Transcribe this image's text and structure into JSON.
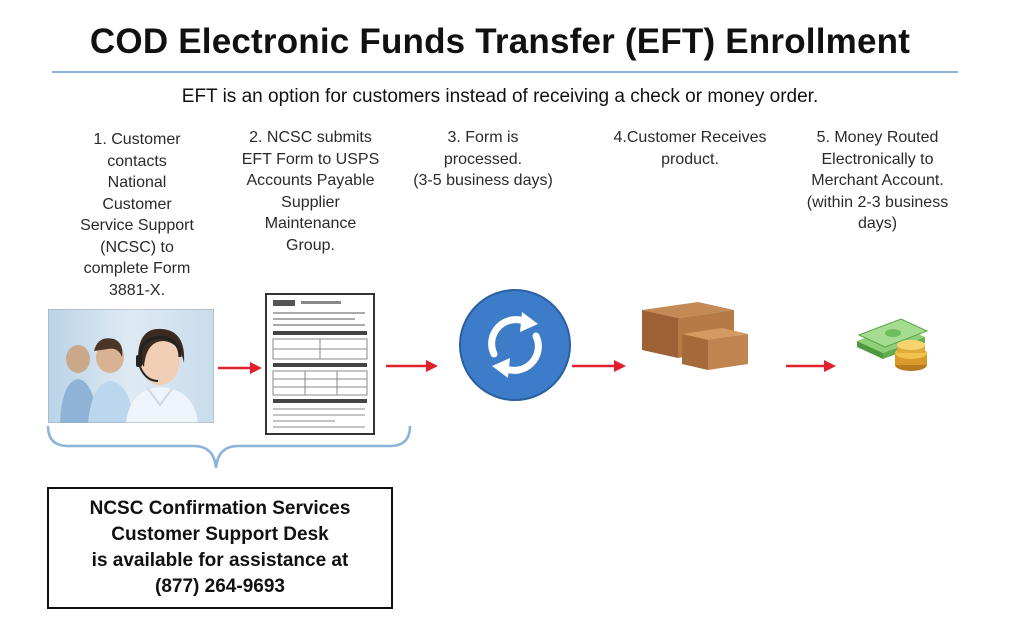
{
  "title": "COD Electronic Funds Transfer (EFT) Enrollment",
  "subtitle": "EFT is an option for customers instead of receiving a check or money order.",
  "steps": [
    {
      "text": "1.  Customer\ncontacts\nNational\nCustomer\nService Support\n(NCSC) to\ncomplete Form\n3881-X.",
      "icon": "call-center-agents-photo"
    },
    {
      "text": "2. NCSC  submits\nEFT Form to USPS\nAccounts Payable\nSupplier\nMaintenance\nGroup.",
      "icon": "form-document-icon"
    },
    {
      "text": "3. Form is\nprocessed.\n(3-5 business days)",
      "icon": "process-cycle-icon"
    },
    {
      "text": "4.Customer Receives\nproduct.",
      "icon": "boxes-icon"
    },
    {
      "text": "5. Money Routed\nElectronically to\nMerchant Account.\n(within 2-3 business\ndays)",
      "icon": "money-icon"
    }
  ],
  "support_box": {
    "line1": "NCSC Confirmation Services",
    "line2": "Customer Support Desk",
    "line3": "is available for assistance at",
    "phone": "(877) 264-9693"
  },
  "colors": {
    "arrow": "#e0202a",
    "bracket": "#8ab4d8",
    "process_circle": "#3d7cc9",
    "title_rule": "#8ab4d8"
  }
}
